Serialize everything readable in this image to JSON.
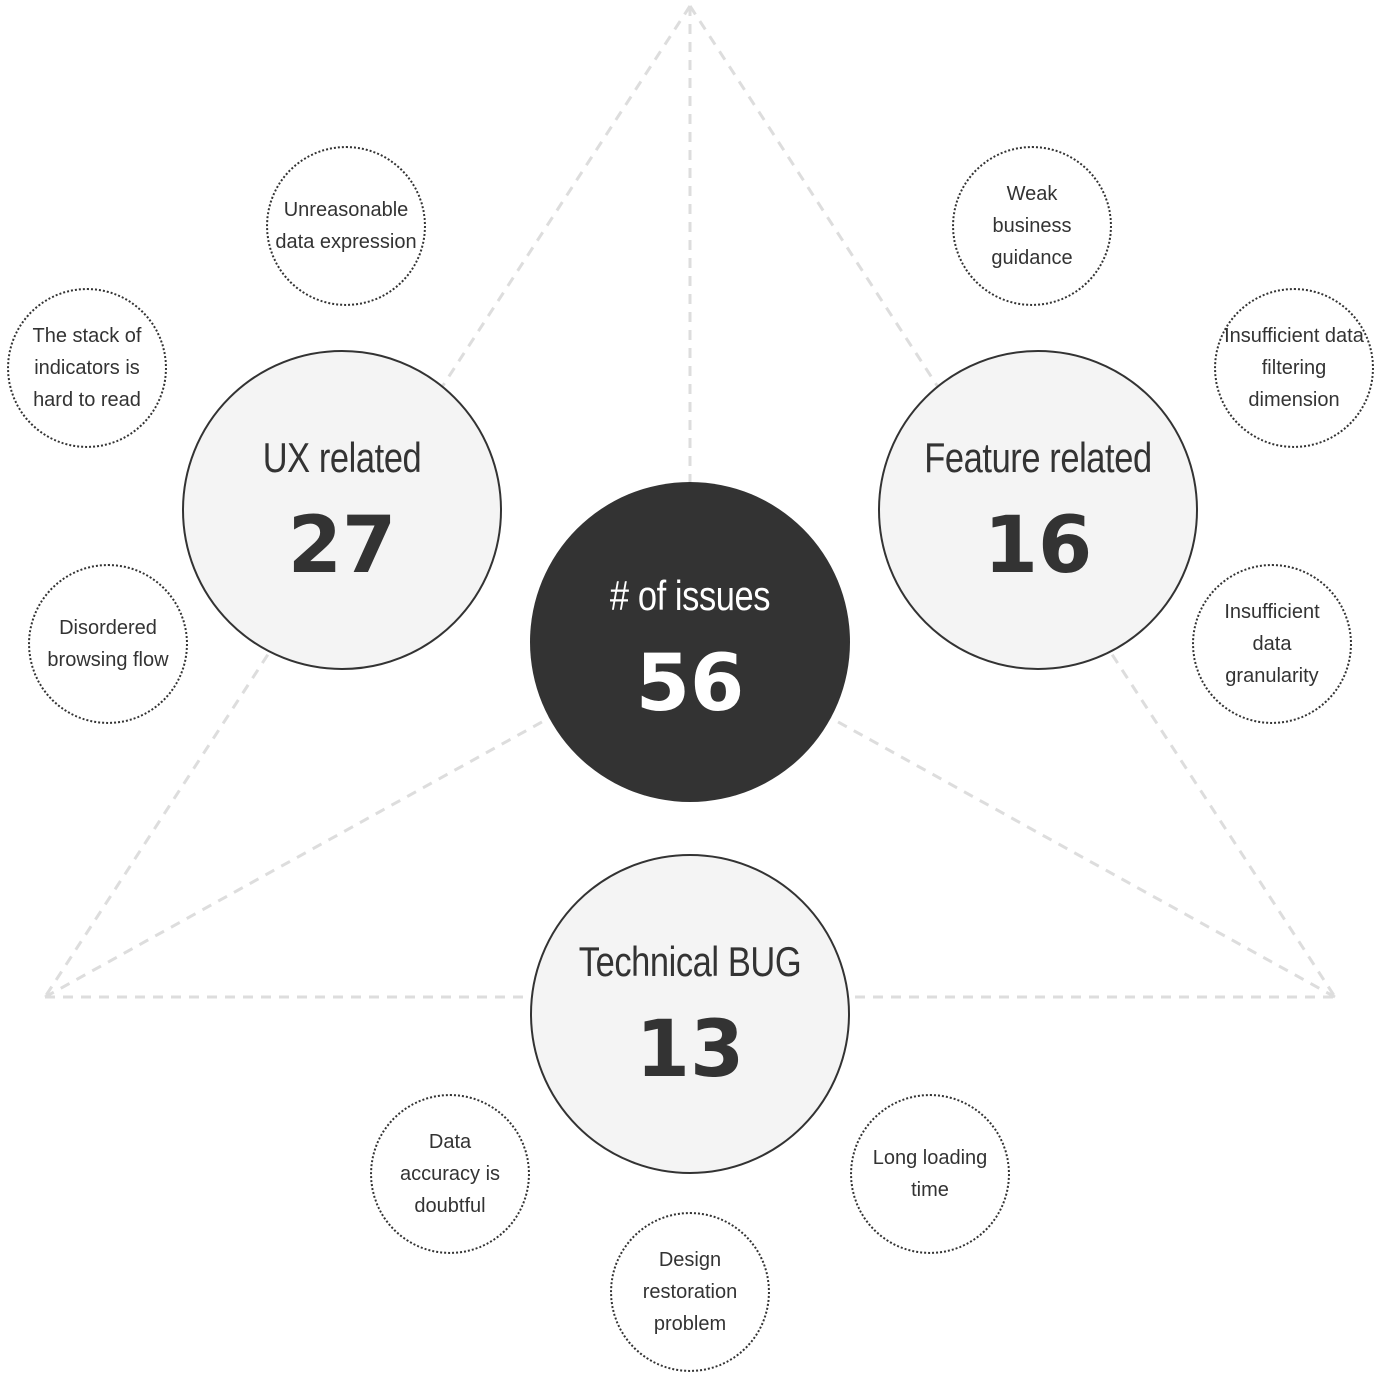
{
  "center": {
    "title": "# of issues",
    "count": "56"
  },
  "categories": {
    "ux": {
      "title": "UX related",
      "count": "27",
      "items": [
        "Unreasonable data expression",
        "The stack of indicators is hard to read",
        "Disordered browsing flow"
      ]
    },
    "feature": {
      "title": "Feature related",
      "count": "16",
      "items": [
        "Weak business guidance",
        "Insufficient data filtering dimension",
        "Insufficient data granularity"
      ]
    },
    "bug": {
      "title": "Technical BUG",
      "count": "13",
      "items": [
        "Data accuracy is doubtful",
        "Design restoration problem",
        "Long loading time"
      ]
    }
  },
  "colors": {
    "center_fill": "#333333",
    "category_fill": "#f4f4f4",
    "outline": "#333333",
    "dashed_lines": "#dddddd"
  }
}
